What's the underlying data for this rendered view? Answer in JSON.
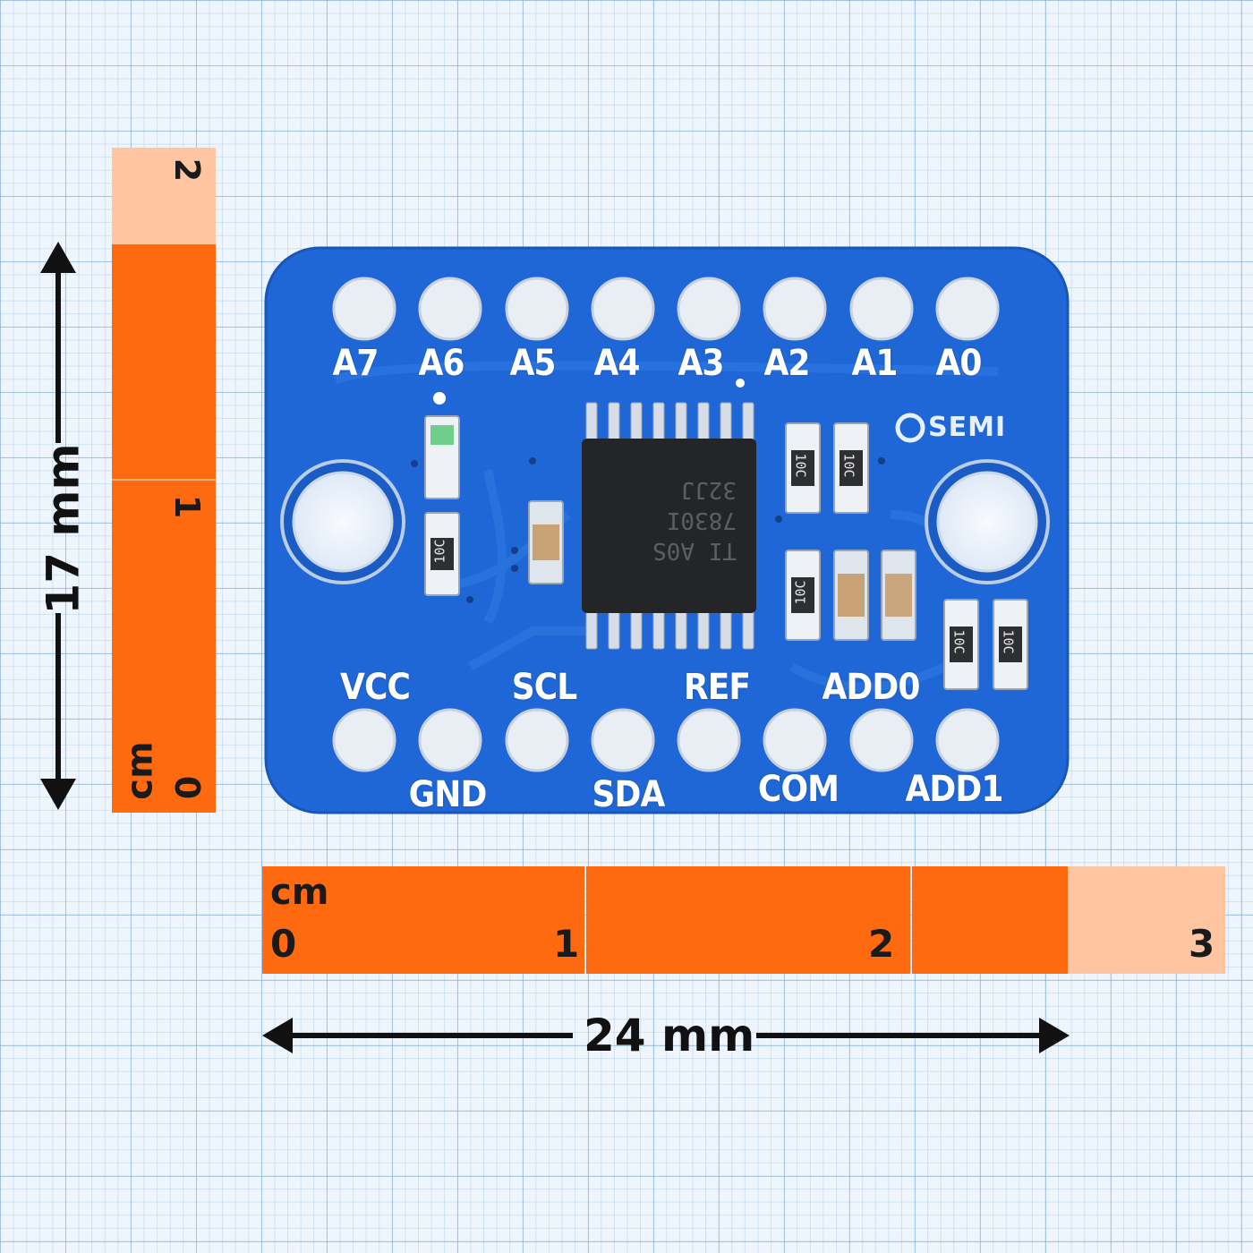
{
  "vertical_ruler": {
    "unit": "cm",
    "ticks": [
      "0",
      "1",
      "2"
    ]
  },
  "horizontal_ruler": {
    "unit": "cm",
    "ticks": [
      "0",
      "1",
      "2",
      "3"
    ]
  },
  "dimensions": {
    "height_label": "17 mm",
    "width_label": "24 mm"
  },
  "board": {
    "brand": "SEMI",
    "chip_marking": [
      "TI A0S",
      "7830I",
      "32JJ"
    ],
    "top_pins": [
      "A7",
      "A6",
      "A5",
      "A4",
      "A3",
      "A2",
      "A1",
      "A0"
    ],
    "bottom_pins_upper": [
      "VCC",
      "SCL",
      "REF",
      "ADD0"
    ],
    "bottom_pins_lower": [
      "GND",
      "SDA",
      "COM",
      "ADD1"
    ],
    "resistor_marking": "10C",
    "colors": {
      "pcb": "#1f67d6",
      "pcb_edge": "#1a5bc4",
      "silkscreen": "#ffffff",
      "ruler": "#ff6a10",
      "ruler_light": "#ffc4a0"
    }
  }
}
